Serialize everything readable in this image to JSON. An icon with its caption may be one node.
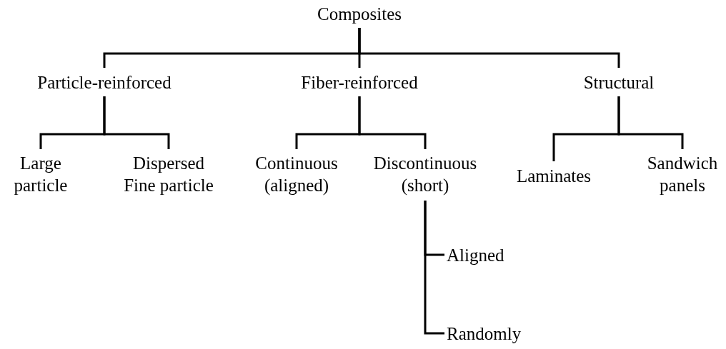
{
  "diagram": {
    "nodes": [
      {
        "text": [
          "Composites"
        ]
      },
      {
        "text": [
          "Particle-reinforced"
        ]
      },
      {
        "text": [
          "Fiber-reinforced"
        ]
      },
      {
        "text": [
          "Structural"
        ]
      },
      {
        "text": [
          "Large particle"
        ]
      },
      {
        "text": [
          "Dispersed Fine particle"
        ]
      },
      {
        "text": [
          "Continuous (aligned)"
        ]
      },
      {
        "text": [
          "Discontinuous (short)"
        ]
      },
      {
        "text": [
          "Laminates"
        ]
      },
      {
        "text": [
          "Sandwich panels"
        ]
      },
      {
        "text": [
          "Aligned"
        ]
      },
      {
        "text": [
          "Randomly"
        ]
      }
    ],
    "edges": [
      {
        "from": 0,
        "to": 1,
        "arrow": "none"
      },
      {
        "from": 0,
        "to": 2,
        "arrow": "none"
      },
      {
        "from": 0,
        "to": 3,
        "arrow": "none"
      },
      {
        "from": 1,
        "to": 4,
        "arrow": "none"
      },
      {
        "from": 1,
        "to": 5,
        "arrow": "none"
      },
      {
        "from": 2,
        "to": 6,
        "arrow": "none"
      },
      {
        "from": 2,
        "to": 7,
        "arrow": "none"
      },
      {
        "from": 3,
        "to": 8,
        "arrow": "none"
      },
      {
        "from": 3,
        "to": 9,
        "arrow": "none"
      },
      {
        "from": 7,
        "to": 10,
        "arrow": "none"
      },
      {
        "from": 7,
        "to": 11,
        "arrow": "none"
      }
    ]
  }
}
